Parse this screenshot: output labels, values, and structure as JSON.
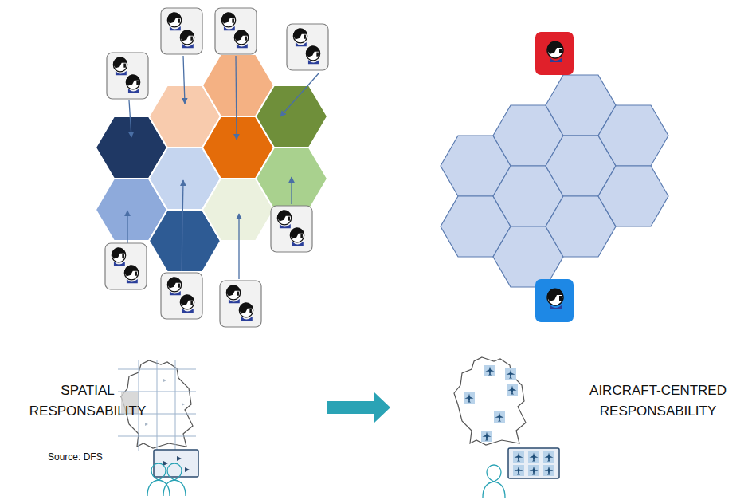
{
  "diagram": {
    "labels": [
      "Source: DFS",
      "SPATIAL RESPONSABILITY",
      "AIRCRAFT-CENTRED RESPONSABILITY"
    ]
  }
}
